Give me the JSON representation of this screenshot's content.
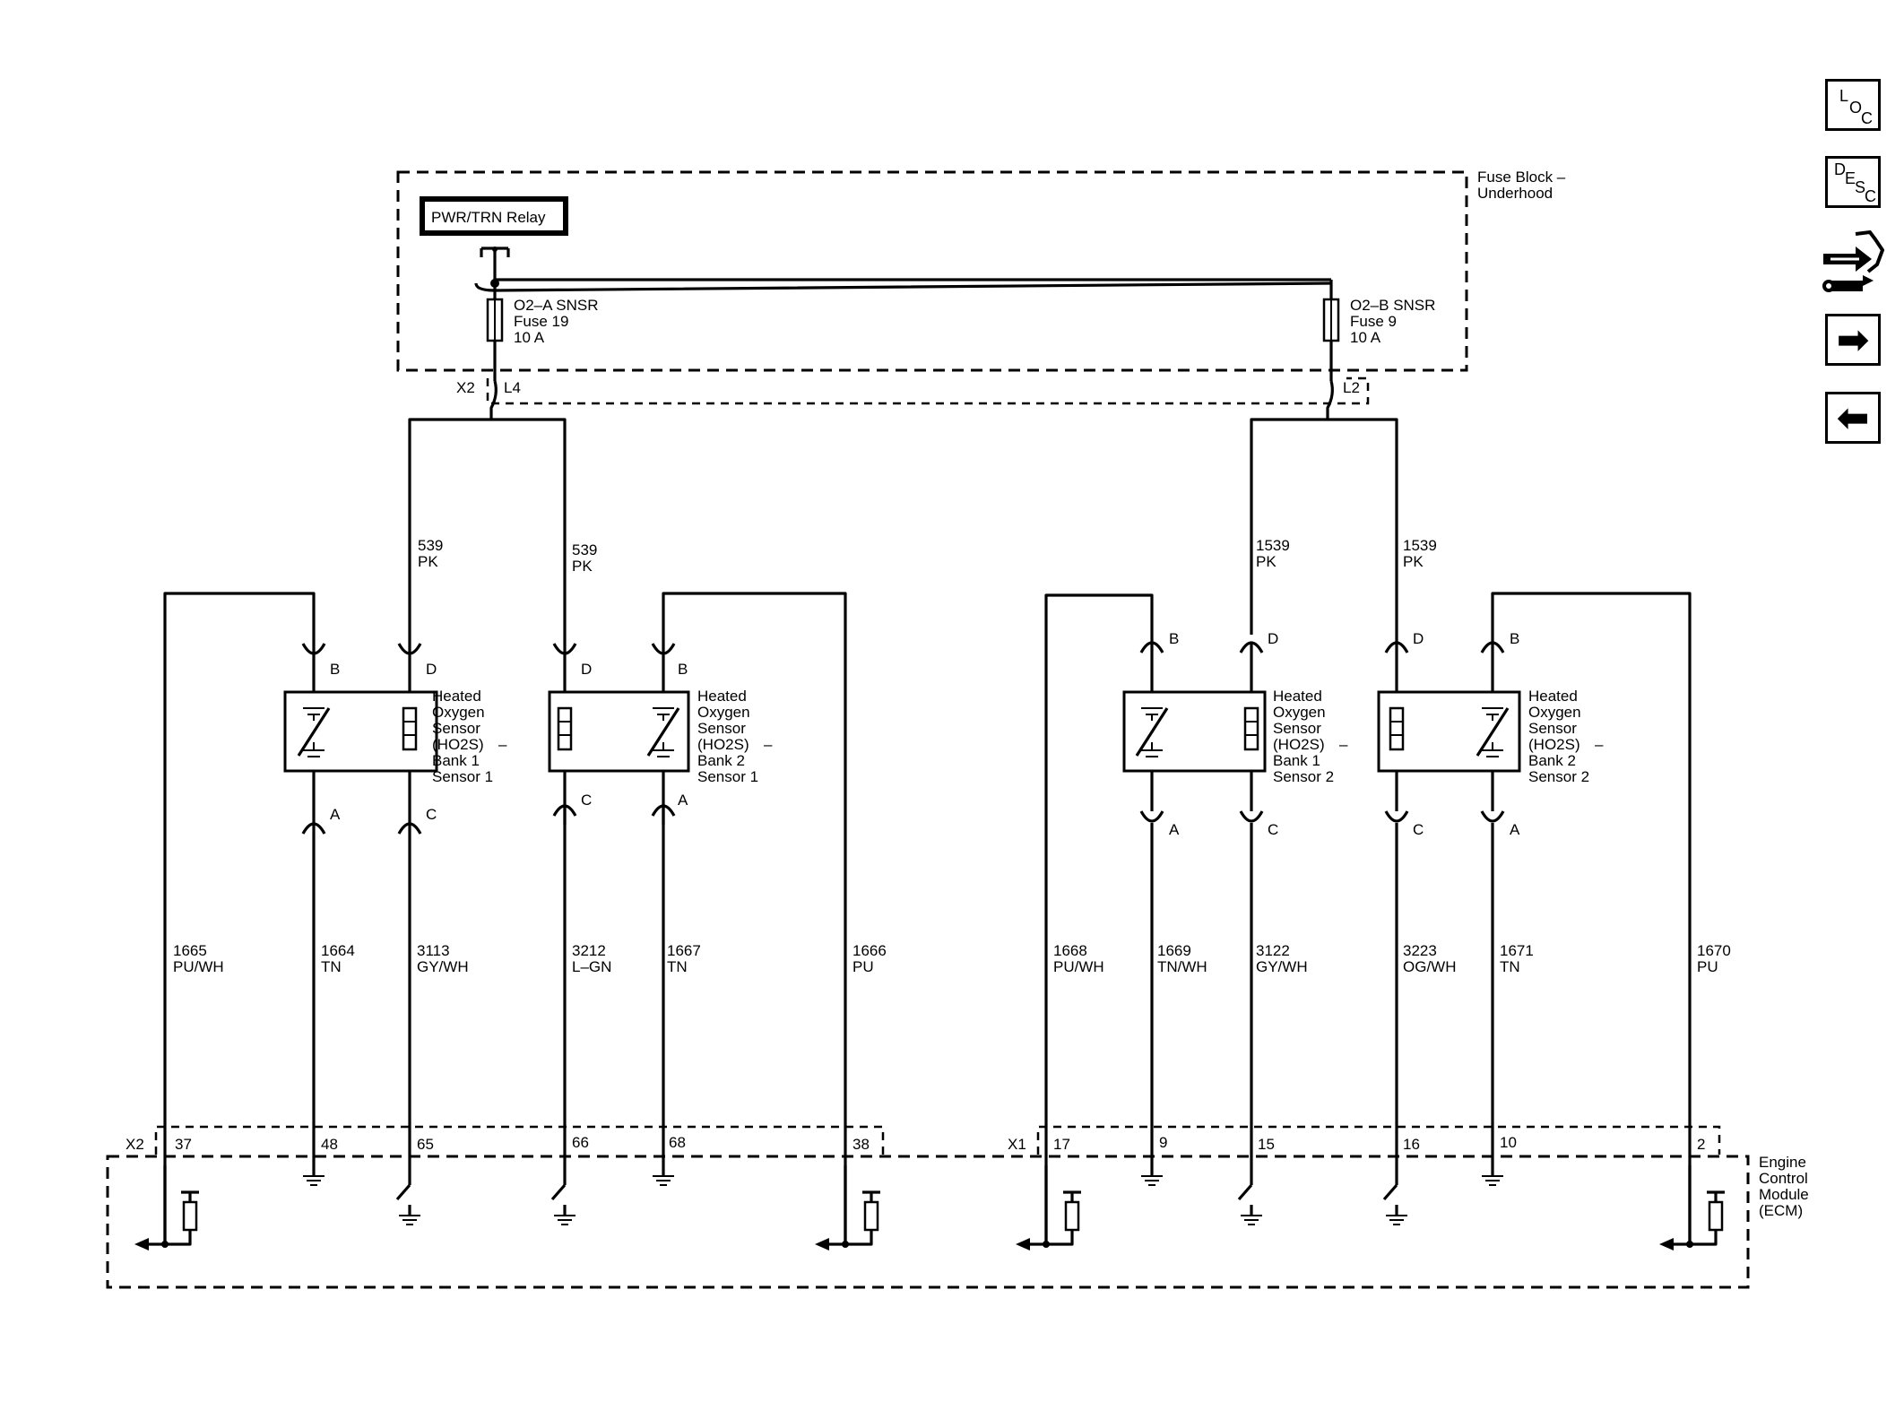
{
  "nav": {
    "loc": {
      "l1": "L",
      "l2": "O",
      "l3": "C"
    },
    "desc": {
      "l1": "D",
      "l2": "E",
      "l3": "S",
      "l4": "C"
    },
    "tool_icon": "wrench-service-icon",
    "next_icon": "arrow-right-icon",
    "prev_icon": "arrow-left-icon"
  },
  "fuse_block": {
    "label_line1": "Fuse Block –",
    "label_line2": "Underhood",
    "relay": "PWR/TRN Relay",
    "fuse_a": {
      "line1": "O2–A SNSR",
      "line2": "Fuse 19",
      "line3": "10 A"
    },
    "fuse_b": {
      "line1": "O2–B SNSR",
      "line2": "Fuse 9",
      "line3": "10 A"
    },
    "conn_x2": "X2",
    "term_l4": "L4",
    "term_l2": "L2"
  },
  "sensors": [
    {
      "l1": "Heated",
      "l2": "Oxygen",
      "l3": "Sensor",
      "l4": "(HO2S)",
      "dash": "–",
      "l5": "Bank 1",
      "l6": "Sensor 1",
      "pins": [
        "B",
        "D",
        "A",
        "C"
      ]
    },
    {
      "l1": "Heated",
      "l2": "Oxygen",
      "l3": "Sensor",
      "l4": "(HO2S)",
      "dash": "–",
      "l5": "Bank 2",
      "l6": "Sensor 1",
      "pins": [
        "D",
        "B",
        "C",
        "A"
      ]
    },
    {
      "l1": "Heated",
      "l2": "Oxygen",
      "l3": "Sensor",
      "l4": "(HO2S)",
      "dash": "–",
      "l5": "Bank 1",
      "l6": "Sensor 2",
      "pins": [
        "B",
        "D",
        "A",
        "C"
      ]
    },
    {
      "l1": "Heated",
      "l2": "Oxygen",
      "l3": "Sensor",
      "l4": "(HO2S)",
      "dash": "–",
      "l5": "Bank 2",
      "l6": "Sensor 2",
      "pins": [
        "D",
        "B",
        "C",
        "A"
      ]
    }
  ],
  "power_wires": [
    {
      "circuit": "539",
      "color": "PK"
    },
    {
      "circuit": "539",
      "color": "PK"
    },
    {
      "circuit": "1539",
      "color": "PK"
    },
    {
      "circuit": "1539",
      "color": "PK"
    }
  ],
  "signal_wires": [
    {
      "circuit": "1665",
      "color": "PU/WH"
    },
    {
      "circuit": "1664",
      "color": "TN"
    },
    {
      "circuit": "3113",
      "color": "GY/WH"
    },
    {
      "circuit": "3212",
      "color": "L–GN"
    },
    {
      "circuit": "1667",
      "color": "TN"
    },
    {
      "circuit": "1666",
      "color": "PU"
    },
    {
      "circuit": "1668",
      "color": "PU/WH"
    },
    {
      "circuit": "1669",
      "color": "TN/WH"
    },
    {
      "circuit": "3122",
      "color": "GY/WH"
    },
    {
      "circuit": "3223",
      "color": "OG/WH"
    },
    {
      "circuit": "1671",
      "color": "TN"
    },
    {
      "circuit": "1670",
      "color": "PU"
    }
  ],
  "ecm": {
    "label_line1": "Engine",
    "label_line2": "Control",
    "label_line3": "Module",
    "label_line4": "(ECM)",
    "conn_x2": "X2",
    "conn_x1": "X1",
    "pins": [
      "37",
      "48",
      "65",
      "66",
      "68",
      "38",
      "17",
      "9",
      "15",
      "16",
      "10",
      "2"
    ]
  }
}
